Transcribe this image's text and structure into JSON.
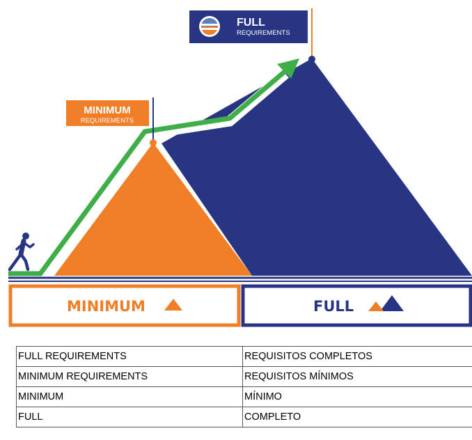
{
  "flags": {
    "full": {
      "title": "FULL",
      "subtitle": "REQUIREMENTS",
      "logo_icon": "globe-logo-icon"
    },
    "minimum": {
      "title": "MINIMUM",
      "subtitle": "REQUIREMENTS"
    }
  },
  "bands": {
    "minimum": {
      "label": "MINIMUM",
      "icon": "orange-triangle-icon"
    },
    "full": {
      "label": "FULL",
      "icon": "two-mountains-icon"
    }
  },
  "colors": {
    "orange": "#f07e26",
    "navy": "#283583",
    "green": "#3fae49",
    "walker": "#283583"
  },
  "table": {
    "rows": [
      [
        "FULL REQUIREMENTS",
        "REQUISITOS COMPLETOS"
      ],
      [
        "MINIMUM REQUIREMENTS",
        "REQUISITOS MÍNIMOS"
      ],
      [
        "MINIMUM",
        "MÍNIMO"
      ],
      [
        "FULL",
        "COMPLETO"
      ]
    ]
  }
}
